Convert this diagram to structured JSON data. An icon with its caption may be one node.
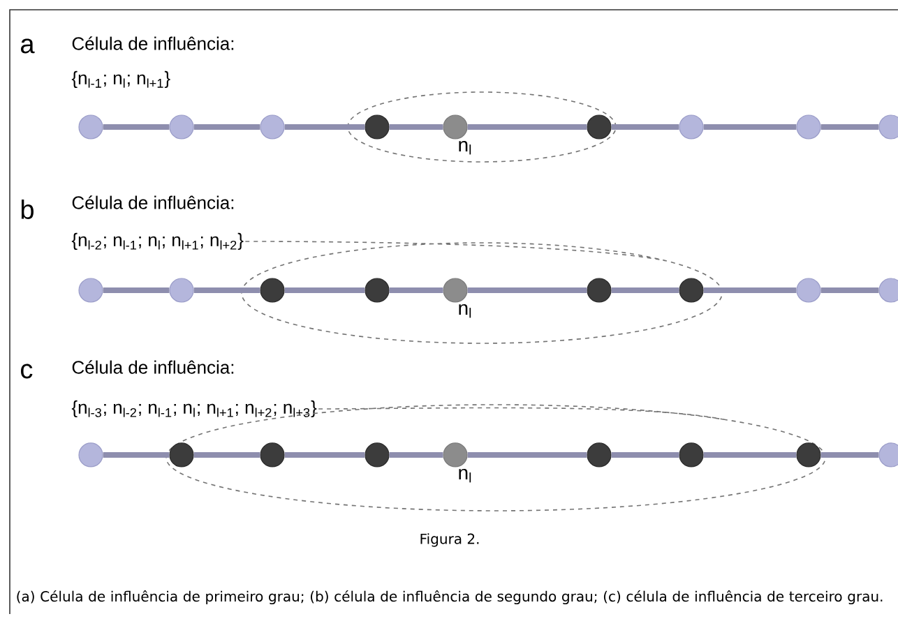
{
  "diagram": {
    "title": "Figura 2.",
    "caption": "(a) Célula de influência de primeiro grau; (b) célula de influência de segundo grau; (c) célula de influência de terceiro grau.",
    "nodes": [
      {
        "text": [],
        "shape": "circle"
      },
      {
        "text": [],
        "shape": "circle"
      },
      {
        "text": [],
        "shape": "circle"
      },
      {
        "text": [],
        "shape": "circle"
      },
      {
        "text": [],
        "shape": "circle",
        "beside": [
          "n$_{l}$"
        ]
      },
      {
        "text": [],
        "shape": "circle"
      },
      {
        "text": [],
        "shape": "circle"
      },
      {
        "text": [],
        "shape": "circle"
      },
      {
        "text": [],
        "shape": "circle"
      },
      {
        "text": [],
        "shape": "circle"
      },
      {
        "text": [],
        "shape": "circle"
      },
      {
        "text": [],
        "shape": "circle"
      },
      {
        "text": [],
        "shape": "circle"
      },
      {
        "text": [],
        "shape": "circle",
        "beside": [
          "n$_{l}$"
        ]
      },
      {
        "text": [],
        "shape": "circle"
      },
      {
        "text": [],
        "shape": "circle"
      },
      {
        "text": [],
        "shape": "circle"
      },
      {
        "text": [],
        "shape": "circle"
      },
      {
        "text": [],
        "shape": "circle"
      },
      {
        "text": [],
        "shape": "circle"
      },
      {
        "text": [],
        "shape": "circle"
      },
      {
        "text": [],
        "shape": "circle"
      },
      {
        "text": [],
        "shape": "circle",
        "beside": [
          "n$_{l}$"
        ]
      },
      {
        "text": [],
        "shape": "circle"
      },
      {
        "text": [],
        "shape": "circle"
      },
      {
        "text": [],
        "shape": "circle"
      },
      {
        "text": [],
        "shape": "circle"
      }
    ],
    "edges": [
      {
        "from": 0,
        "to": 1,
        "arrow": "none"
      },
      {
        "from": 1,
        "to": 2,
        "arrow": "none"
      },
      {
        "from": 2,
        "to": 3,
        "arrow": "none"
      },
      {
        "from": 3,
        "to": 4,
        "arrow": "none"
      },
      {
        "from": 4,
        "to": 5,
        "arrow": "none"
      },
      {
        "from": 5,
        "to": 6,
        "arrow": "none"
      },
      {
        "from": 6,
        "to": 7,
        "arrow": "none"
      },
      {
        "from": 7,
        "to": 8,
        "arrow": "none"
      },
      {
        "from": 9,
        "to": 10,
        "arrow": "none"
      },
      {
        "from": 10,
        "to": 11,
        "arrow": "none"
      },
      {
        "from": 11,
        "to": 12,
        "arrow": "none"
      },
      {
        "from": 12,
        "to": 13,
        "arrow": "none"
      },
      {
        "from": 13,
        "to": 14,
        "arrow": "none"
      },
      {
        "from": 14,
        "to": 15,
        "arrow": "none"
      },
      {
        "from": 15,
        "to": 16,
        "arrow": "none"
      },
      {
        "from": 16,
        "to": 17,
        "arrow": "none"
      },
      {
        "from": 18,
        "to": 19,
        "arrow": "none"
      },
      {
        "from": 19,
        "to": 20,
        "arrow": "none"
      },
      {
        "from": 20,
        "to": 21,
        "arrow": "none"
      },
      {
        "from": 21,
        "to": 22,
        "arrow": "none"
      },
      {
        "from": 22,
        "to": 23,
        "arrow": "none"
      },
      {
        "from": 23,
        "to": 24,
        "arrow": "none"
      },
      {
        "from": 24,
        "to": 25,
        "arrow": "none"
      },
      {
        "from": 25,
        "to": 26,
        "arrow": "none"
      }
    ],
    "labels": [
      "a",
      "Célula de influência:",
      "{n$_{l-1}$; n$_{l}$; n$_{l+1}$}",
      "b",
      "Célula de influência:",
      "{n$_{l-2}$; n$_{l-1}$; n$_{l}$; n$_{l+1}$; n$_{l+2}$}",
      "c",
      "Célula de influência:",
      "{n$_{l-3}$; n$_{l-2}$; n$_{l-1}$; n$_{l}$; n$_{l+1}$; n$_{l+2}$; n$_{l+3}$}"
    ]
  }
}
